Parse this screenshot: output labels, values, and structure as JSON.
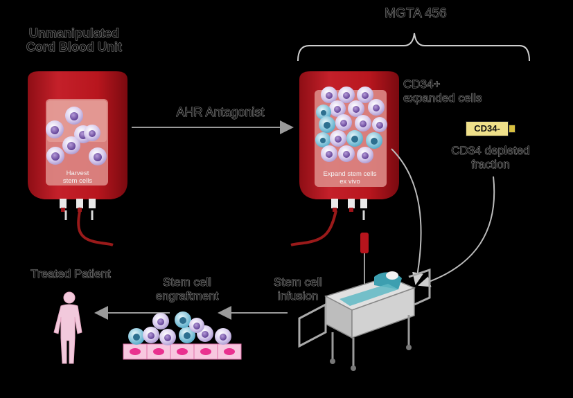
{
  "labels": {
    "cord_blood_unit": "Unmanipulated\nCord Blood Unit",
    "mgta": "MGTA 456",
    "ahr": "AHR Antagonist",
    "cd34_expanded": "CD34+\nexpanded cells",
    "cd34_tag": "CD34-",
    "cd34_depleted": "CD34 depleted\nfraction",
    "treated_patient": "Treated Patient",
    "engraftment": "Stem cell\nengraftment",
    "infusion": "Stem cell\ninfusion"
  },
  "bag_text": {
    "harvest": "Harvest\nstem cells",
    "expand": "Expand stem cells\nex vivo"
  },
  "colors": {
    "bag_red": "#b3141b",
    "bag_dark": "#7e0a10",
    "cell_purple": "#c9b6e2",
    "cell_nucleus": "#6b4aa0",
    "cell_blue": "#7fc6dc",
    "tissue_pink": "#f07ab8",
    "tag_yellow": "#efe08a"
  },
  "icons": [
    "blood-bag-icon",
    "blood-bag-icon",
    "hospital-bed-icon",
    "patient-figure-icon",
    "iv-drip-icon"
  ]
}
